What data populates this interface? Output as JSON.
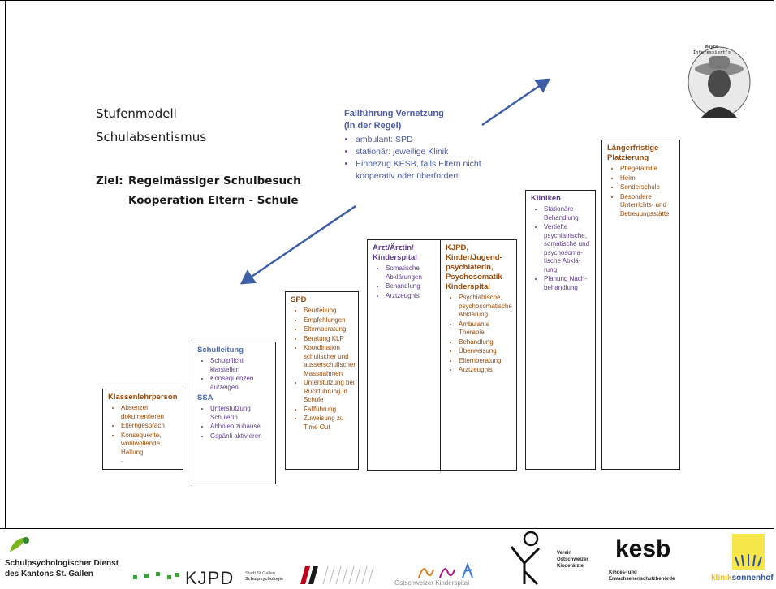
{
  "title": {
    "line1": "Stufenmodell",
    "line2": "Schulabsentismus"
  },
  "goal": {
    "label": "Ziel:",
    "line1": "Regelmässiger Schulbesuch",
    "line2": "Kooperation Eltern - Schule"
  },
  "case_management": {
    "heading_1": "Fallführung Vernetzung",
    "heading_2": "(in der Regel)",
    "items": [
      "ambulant: SPD",
      "stationär: jeweilige Klinik",
      "Einbezug KESB, falls Eltern nicht kooperativ oder überfordert"
    ]
  },
  "photo": {
    "caption_1": "Wayne",
    "caption_2": "Interessiert's"
  },
  "steps": [
    {
      "heading": "Klassenlehrperson",
      "items": [
        "Absenzen dokumentieren",
        "Elterngespräch",
        "Konsequente, wohlwollende Haltung"
      ],
      "trailing": "-"
    },
    {
      "heading": "Schulleitung",
      "items": [
        "Schulpflicht klarstellen",
        "Konsequenzen aufzeigen"
      ],
      "heading_2": "SSA",
      "items_2": [
        "Unterstützung SchülerIn",
        "Abholen zuhause",
        "Gspänli aktivieren"
      ]
    },
    {
      "heading": "SPD",
      "items": [
        "Beurteilung",
        "Empfehlungen",
        "Elternberatung",
        "Beratung KLP",
        "Koordination schulischer und ausserschulischer Massnahmen",
        "Unterstützung bei Rückführung in Schule",
        "Fallführung",
        "Zuweisung zu Time Out"
      ]
    },
    {
      "heading": "Arzt/Ärztin/ Kinderspital",
      "items": [
        "Somatische Abklärungen",
        "Behandlung",
        "Arztzeugnis"
      ]
    },
    {
      "heading": "KJPD, Kinder/Jugend-psychiaterIn, Psychosomatik Kinderspital",
      "items": [
        "Psychiatrische, psychosomatische Abklärung",
        "Ambulante Therapie",
        "Behandlung",
        "Überweisung",
        "Elternberatung",
        "Arztzeugnis"
      ]
    },
    {
      "heading": "Kliniken",
      "items": [
        "Stationäre Behandlung",
        "Vertiefte psychiatrische, somatische und psychosoma-tische Abklä-rung",
        "Planung Nach-behandlung"
      ]
    },
    {
      "heading": "Längerfristige Platzierung",
      "items": [
        "Pflegefamilie",
        "Heim",
        "Sonderschule",
        "Besondere Unterrichts- und Betreuungsstätte"
      ]
    }
  ],
  "logos": {
    "spd_1": "Schulpsychologischer Dienst",
    "spd_2": "des Kantons St. Gallen",
    "kjpd": "KJPD",
    "stadt_1": "Stadt St.Gallen",
    "stadt_2": "Schulpsychologie",
    "kinderspital": "Ostschweizer Kinderspital",
    "verein_1": "Verein",
    "verein_2": "Ostschweizer",
    "verein_3": "Kinderärzte",
    "kesb": "kesb",
    "kesb_sub_1": "Kindes- und",
    "kesb_sub_2": "Erwachsenenschutzbehörde",
    "klinik": "klinik",
    "sonnenhof": "sonnenhof"
  },
  "colors": {
    "brown": "#9a4a08",
    "purple": "#5c3a8a",
    "blue": "#4a6ab2",
    "arrow": "#3d5fa8"
  }
}
